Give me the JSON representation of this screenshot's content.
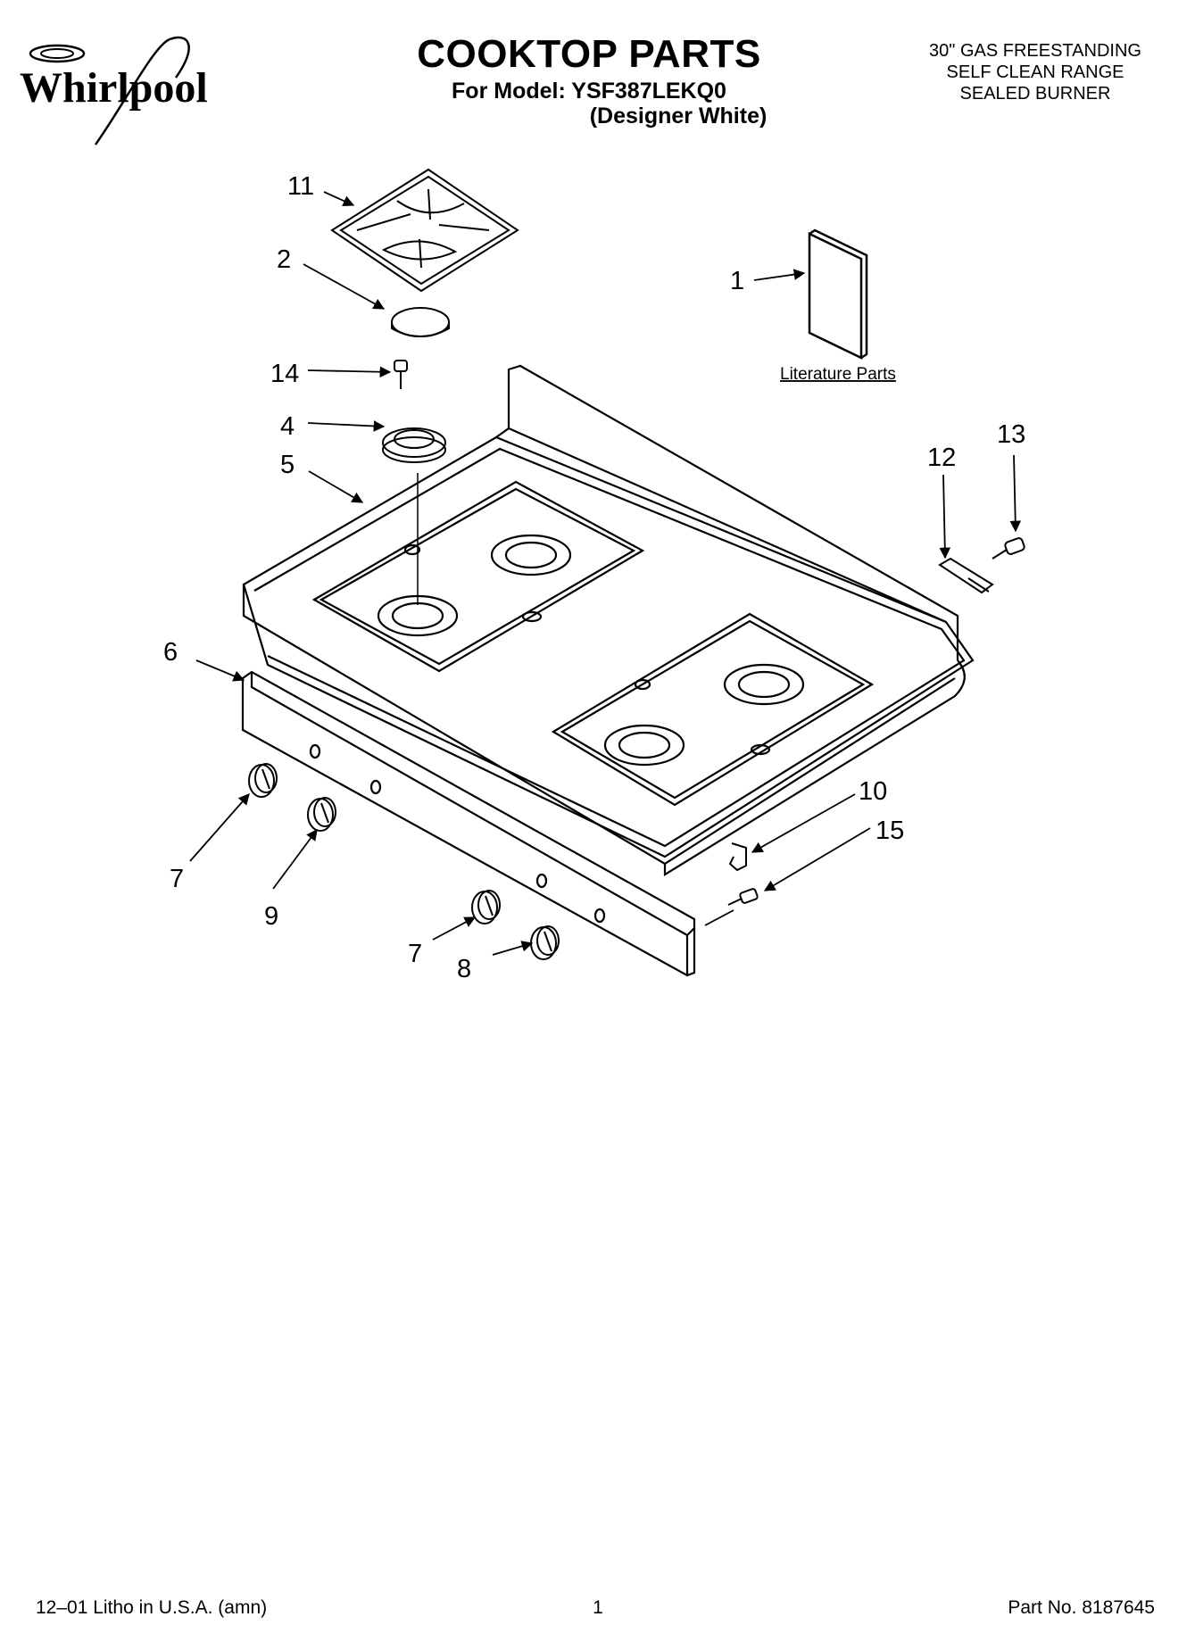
{
  "brand": "Whirlpool",
  "header": {
    "title": "COOKTOP PARTS",
    "model_line": "For Model: YSF387LEKQ0",
    "variant": "(Designer White)",
    "description": [
      "30\" GAS FREESTANDING",
      "SELF CLEAN RANGE",
      "SEALED BURNER"
    ]
  },
  "diagram": {
    "literature_label": "Literature Parts",
    "callouts": {
      "c1": "1",
      "c2": "2",
      "c4": "4",
      "c5": "5",
      "c6": "6",
      "c7a": "7",
      "c7b": "7",
      "c8": "8",
      "c9": "9",
      "c10": "10",
      "c11": "11",
      "c12": "12",
      "c13": "13",
      "c14": "14",
      "c15": "15"
    }
  },
  "footer": {
    "left": "12–01 Litho in U.S.A. (amn)",
    "page": "1",
    "part_no": "Part No. 8187645"
  }
}
